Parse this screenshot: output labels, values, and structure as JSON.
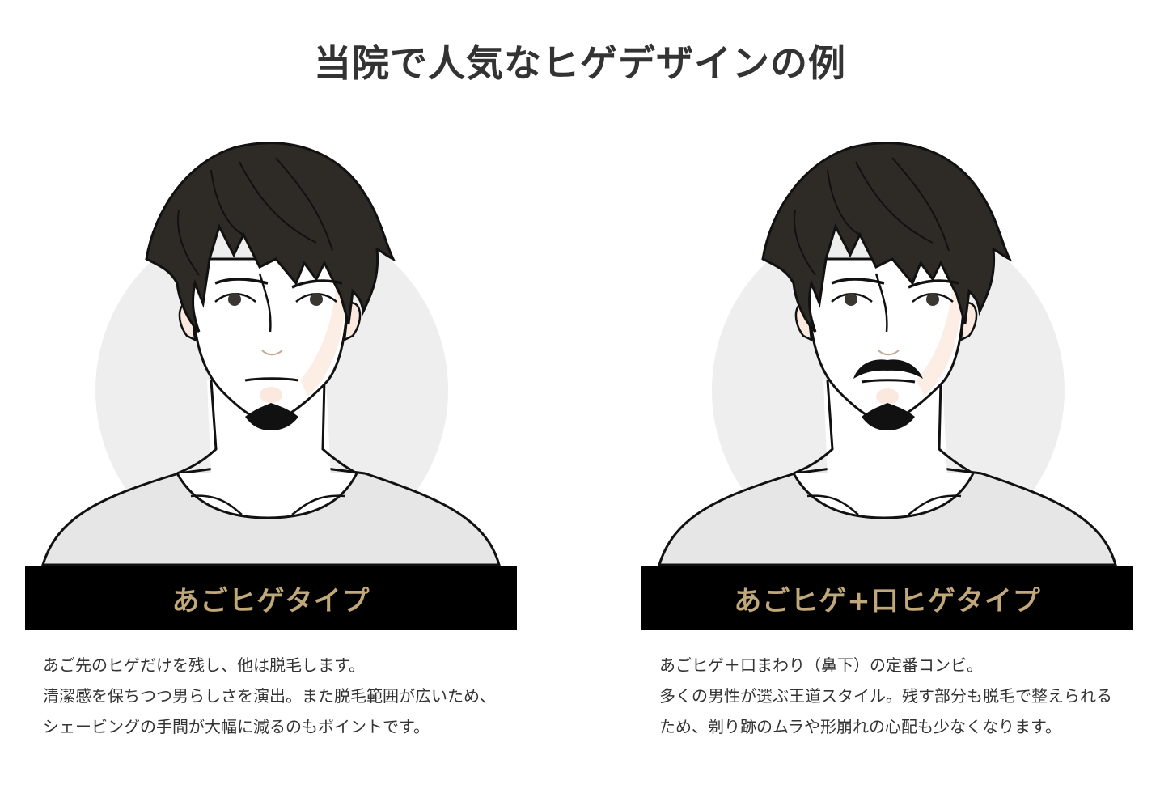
{
  "page": {
    "title": "当院で人気なヒゲデザインの例"
  },
  "colors": {
    "label_background": "#000000",
    "label_text": "#c1a87a",
    "circle_background": "#eeeeee",
    "shirt": "#e6e6e6",
    "hair": "#2e2b27",
    "skin_shadow": "#fbe9df",
    "text": "#333333"
  },
  "cards": [
    {
      "illustration": "man-with-chin-beard",
      "label": "あごヒゲタイプ",
      "description_lines": [
        "あご先のヒゲだけを残し、他は脱毛します。",
        "清潔感を保ちつつ男らしさを演出。また脱毛範囲が広いため、シェービングの手間が大幅に減るのもポイントです。"
      ]
    },
    {
      "illustration": "man-with-chin-beard-and-mustache",
      "label": "あごヒゲ+口ヒゲタイプ",
      "description_lines": [
        "あごヒゲ＋口まわり（鼻下）の定番コンビ。",
        "多くの男性が選ぶ王道スタイル。残す部分も脱毛で整えられるため、剃り跡のムラや形崩れの心配も少なくなります。"
      ]
    }
  ]
}
